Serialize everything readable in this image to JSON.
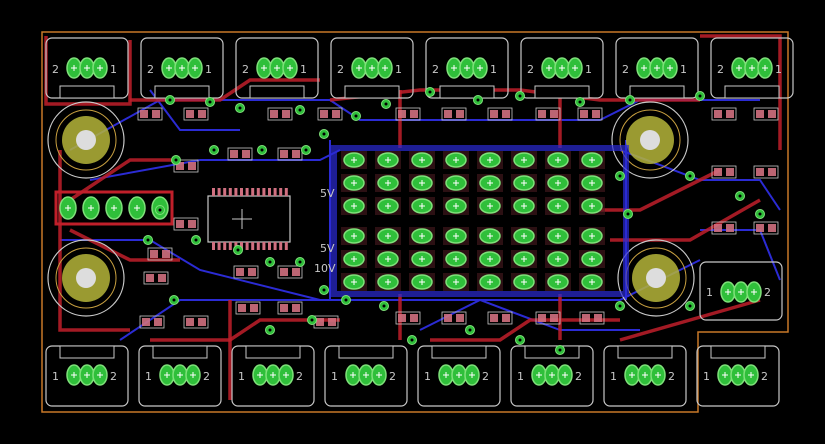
{
  "app": {
    "view": "PCB board layout (EAGLE-style)"
  },
  "colors": {
    "background": "#000000",
    "outline": "#c87828",
    "top_copper": "#c01f2a",
    "bottom_copper": "#2b2bd4",
    "pad": "#2fbf3a",
    "pad_ring": "#7fe07a",
    "silkscreen": "#c8c8c8",
    "smd": "#d07080",
    "mount_hole": "#b5b53a"
  },
  "top_connectors": {
    "label_left": "2",
    "label_right": "1",
    "count": 8
  },
  "bottom_connectors": {
    "label_left": "1",
    "label_right": "2",
    "count": 8
  },
  "side_connector": {
    "label_left": "1",
    "label_right": "2"
  },
  "rail_labels": {
    "a": "5V",
    "b": "5V",
    "c": "10V"
  },
  "grid": {
    "rows": 6,
    "cols": 8
  }
}
